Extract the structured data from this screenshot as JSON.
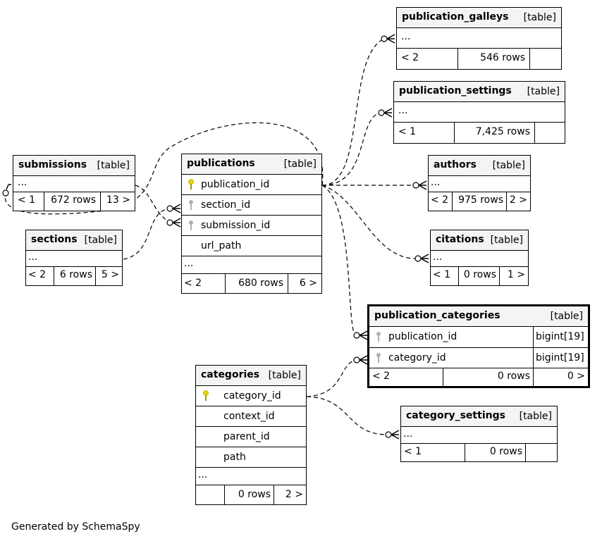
{
  "colors": {
    "primary_key": "#e6d600",
    "foreign_key": "#b0b0b0",
    "header_bg": "#f4f4f4"
  },
  "footer": "Generated by SchemaSpy",
  "table_type": "[table]",
  "tables": {
    "publication_galleys": {
      "name": "publication_galleys",
      "more": "...",
      "parents": "< 2",
      "rows": "546 rows",
      "children": ""
    },
    "publication_settings": {
      "name": "publication_settings",
      "more": "...",
      "parents": "< 1",
      "rows": "7,425 rows",
      "children": ""
    },
    "submissions": {
      "name": "submissions",
      "more": "...",
      "parents": "< 1",
      "rows": "672 rows",
      "children": "13 >"
    },
    "publications": {
      "name": "publications",
      "columns": [
        "publication_id",
        "section_id",
        "submission_id",
        "url_path"
      ],
      "more": "...",
      "parents": "< 2",
      "rows": "680 rows",
      "children": "6 >"
    },
    "authors": {
      "name": "authors",
      "more": "...",
      "parents": "< 2",
      "rows": "975 rows",
      "children": "2 >"
    },
    "sections": {
      "name": "sections",
      "more": "...",
      "parents": "< 2",
      "rows": "6 rows",
      "children": "5 >"
    },
    "citations": {
      "name": "citations",
      "more": "...",
      "parents": "< 1",
      "rows": "0 rows",
      "children": "1 >"
    },
    "publication_categories": {
      "name": "publication_categories",
      "columns": [
        {
          "name": "publication_id",
          "type": "bigint[19]"
        },
        {
          "name": "category_id",
          "type": "bigint[19]"
        }
      ],
      "parents": "< 2",
      "rows": "0 rows",
      "children": "0 >"
    },
    "categories": {
      "name": "categories",
      "columns": [
        "category_id",
        "context_id",
        "parent_id",
        "path"
      ],
      "more": "...",
      "parents": "",
      "rows": "0 rows",
      "children": "2 >"
    },
    "category_settings": {
      "name": "category_settings",
      "more": "...",
      "parents": "< 1",
      "rows": "0 rows",
      "children": ""
    }
  }
}
